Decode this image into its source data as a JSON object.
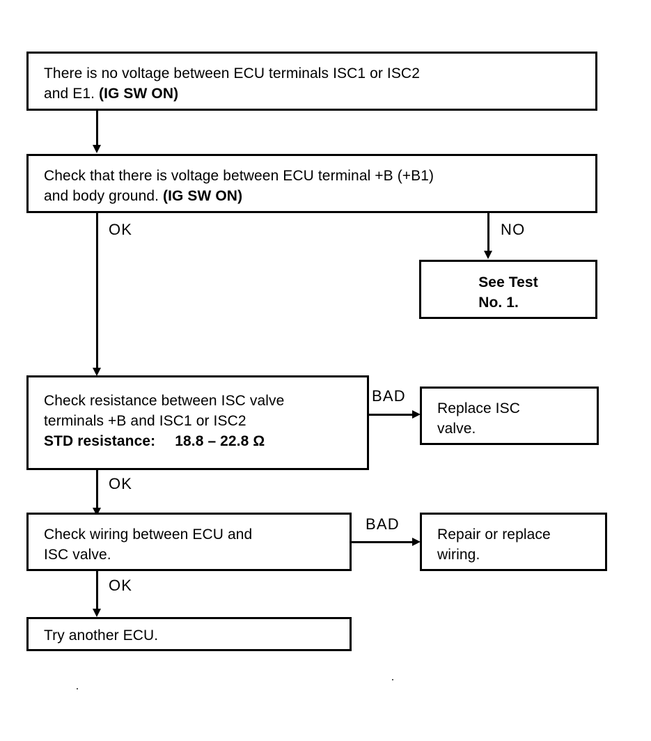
{
  "diagram": {
    "type": "troubleshooting-flowchart",
    "title": "ISC Valve Circuit Inspection Flow",
    "nodes": [
      {
        "id": "symptom",
        "lines": [
          {
            "segments": [
              {
                "text": "There is no voltage between ECU terminals ISC1 or ISC2",
                "bold": false
              }
            ]
          },
          {
            "segments": [
              {
                "text": "and E1. ",
                "bold": false
              },
              {
                "text": "(IG SW ON)",
                "bold": true
              }
            ]
          }
        ]
      },
      {
        "id": "check-voltage-b",
        "lines": [
          {
            "segments": [
              {
                "text": "Check that there is voltage between ECU terminal +B (+B1)",
                "bold": false
              }
            ]
          },
          {
            "segments": [
              {
                "text": "and body ground. ",
                "bold": false
              },
              {
                "text": "(IG SW ON)",
                "bold": true
              }
            ]
          }
        ]
      },
      {
        "id": "see-test-1",
        "lines": [
          {
            "segments": [
              {
                "text": "See Test",
                "bold": true
              }
            ]
          },
          {
            "segments": [
              {
                "text": "No. 1.",
                "bold": true
              }
            ]
          }
        ]
      },
      {
        "id": "check-resistance",
        "lines": [
          {
            "segments": [
              {
                "text": "Check resistance between ISC valve",
                "bold": false
              }
            ]
          },
          {
            "segments": [
              {
                "text": "terminals +B and ISC1 or ISC2",
                "bold": false
              }
            ]
          },
          {
            "segments": [
              {
                "text": "STD resistance:",
                "bold": true,
                "gap_after": true
              },
              {
                "text": "18.8 – 22.8 Ω",
                "bold": true
              }
            ]
          }
        ]
      },
      {
        "id": "replace-isc-valve",
        "lines": [
          {
            "segments": [
              {
                "text": "Replace ISC",
                "bold": false
              }
            ]
          },
          {
            "segments": [
              {
                "text": "valve.",
                "bold": false
              }
            ]
          }
        ]
      },
      {
        "id": "check-wiring",
        "lines": [
          {
            "segments": [
              {
                "text": "Check wiring between ECU and",
                "bold": false
              }
            ]
          },
          {
            "segments": [
              {
                "text": "ISC valve.",
                "bold": false
              }
            ]
          }
        ]
      },
      {
        "id": "repair-wiring",
        "lines": [
          {
            "segments": [
              {
                "text": "Repair or replace",
                "bold": false
              }
            ]
          },
          {
            "segments": [
              {
                "text": "wiring.",
                "bold": false
              }
            ]
          }
        ]
      },
      {
        "id": "try-another-ecu",
        "lines": [
          {
            "segments": [
              {
                "text": "Try another ECU.",
                "bold": false
              }
            ]
          }
        ]
      }
    ],
    "edge_labels": {
      "voltage_ok": "OK",
      "voltage_no": "NO",
      "resistance_bad": "BAD",
      "resistance_ok": "OK",
      "wiring_bad": "BAD",
      "wiring_ok": "OK"
    },
    "colors": {
      "line": "#000000",
      "text": "#000000",
      "background": "#ffffff"
    }
  }
}
